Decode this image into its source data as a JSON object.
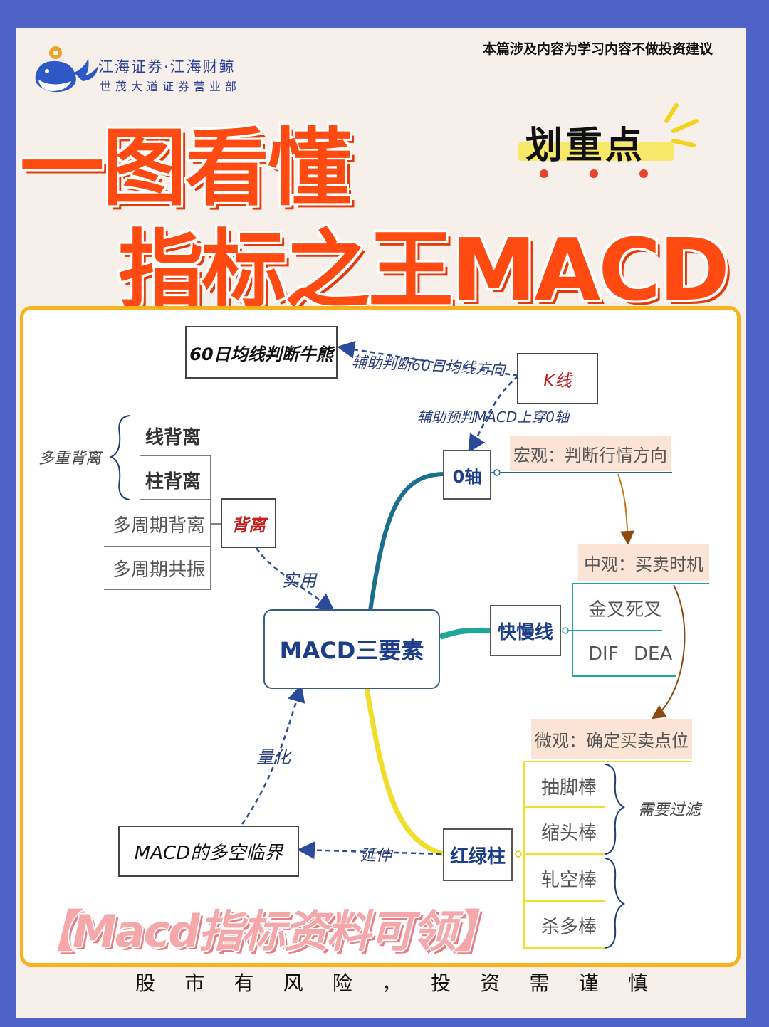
{
  "header": {
    "company": "江海证券·江海财鲸",
    "branch": "世茂大道证券营业部",
    "disclaimer": "本篇涉及内容为学习内容不做投资建议"
  },
  "title": {
    "line1": "一图看懂",
    "line2": "指标之王MACD"
  },
  "highlight_label": "划重点",
  "diagram": {
    "center": "MACD三要素",
    "ma60": "60日均线判断牛熊",
    "assist_ma60": "辅助判断60日均线方向",
    "kline": "K线",
    "assist_zero": "辅助预判MACD上穿0轴",
    "zero_axis": "0轴",
    "macro": "宏观：判断行情方向",
    "divergence": "背离",
    "multi_divergence": "多重背离",
    "line_divergence": "线背离",
    "bar_divergence": "柱背离",
    "multi_period_divergence": "多周期背离",
    "multi_period_resonance": "多周期共振",
    "practical": "实用",
    "fast_slow_line": "快慢线",
    "meso": "中观：买卖时机",
    "golden_death_cross": "金叉死叉",
    "dif": "DIF",
    "dea": "DEA",
    "red_green_bar": "红绿柱",
    "micro": "微观：确定买卖点位",
    "bar_types": [
      "抽脚棒",
      "缩头棒",
      "轧空棒",
      "杀多棒"
    ],
    "need_filter": "需要过滤",
    "quantify": "量化",
    "extend": "延伸",
    "bull_bear_critical": "MACD的多空临界"
  },
  "promo": "【Macd指标资料可领】",
  "footer_chars": [
    "股",
    "市",
    "有",
    "风",
    "险",
    "，",
    "投",
    "资",
    "需",
    "谨",
    "慎"
  ]
}
